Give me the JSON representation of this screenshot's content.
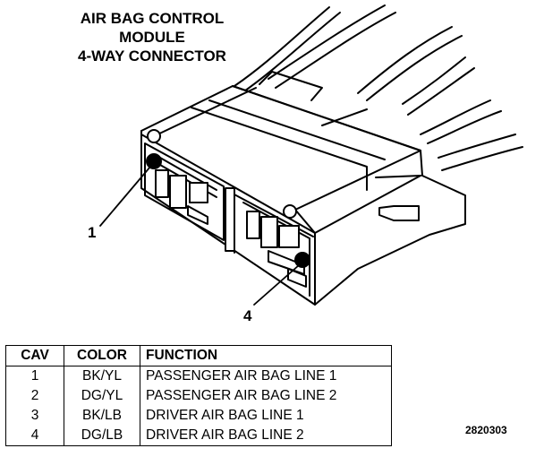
{
  "title": {
    "line1": "AIR BAG CONTROL",
    "line2": "MODULE",
    "line3": "4-WAY CONNECTOR"
  },
  "callouts": {
    "pin1": "1",
    "pin4": "4"
  },
  "table": {
    "headers": [
      "CAV",
      "COLOR",
      "FUNCTION"
    ],
    "rows": [
      {
        "cav": "1",
        "color": "BK/YL",
        "function": "PASSENGER AIR BAG LINE 1"
      },
      {
        "cav": "2",
        "color": "DG/YL",
        "function": "PASSENGER AIR BAG LINE 2"
      },
      {
        "cav": "3",
        "color": "BK/LB",
        "function": "DRIVER AIR BAG LINE 1"
      },
      {
        "cav": "4",
        "color": "DG/LB",
        "function": "DRIVER AIR BAG LINE 2"
      }
    ]
  },
  "figure_number": "2820303"
}
